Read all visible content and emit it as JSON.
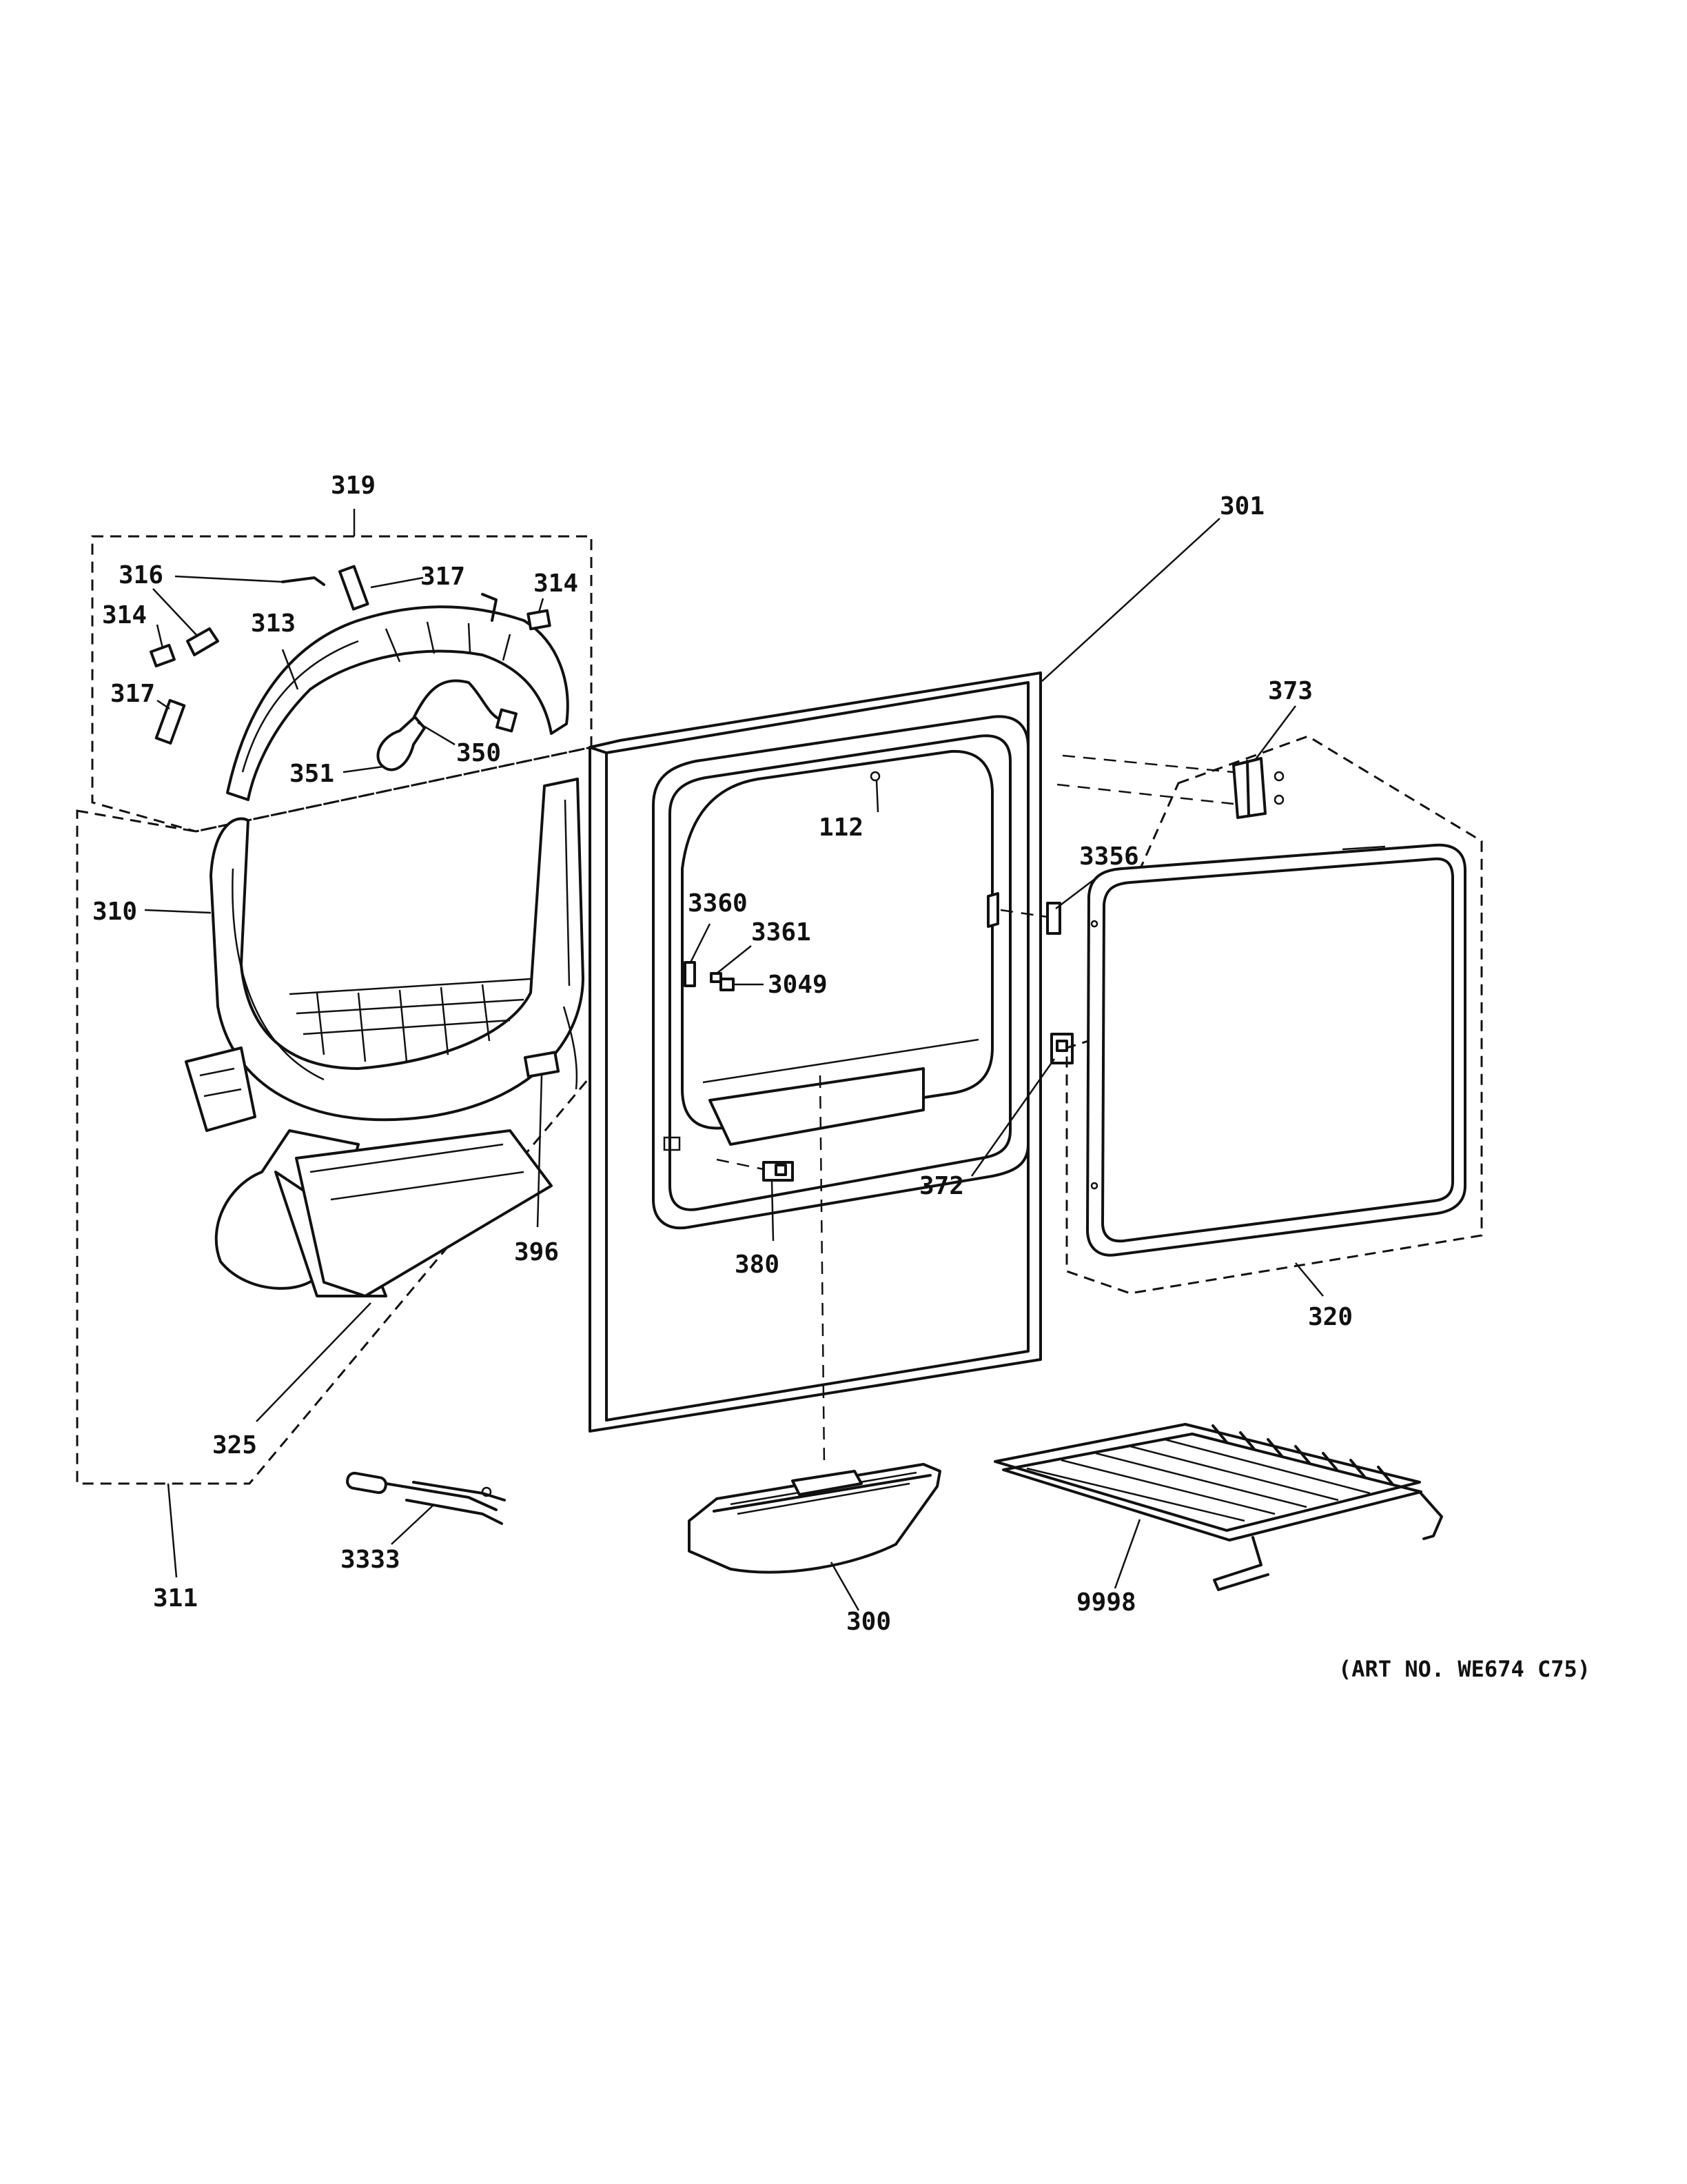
{
  "labels": {
    "l319": "319",
    "l316": "316",
    "l317a": "317",
    "l314a": "314",
    "l314b": "314",
    "l313": "313",
    "l317b": "317",
    "l351": "351",
    "l350": "350",
    "l310": "310",
    "l396": "396",
    "l325": "325",
    "l311": "311",
    "l3333": "3333",
    "l301": "301",
    "l112": "112",
    "l3360": "3360",
    "l3361": "3361",
    "l3049": "3049",
    "l380": "380",
    "l300": "300",
    "l373": "373",
    "l3356": "3356",
    "l372": "372",
    "l320": "320",
    "l9998": "9998"
  },
  "art_number": "(ART NO. WE674 C75)"
}
